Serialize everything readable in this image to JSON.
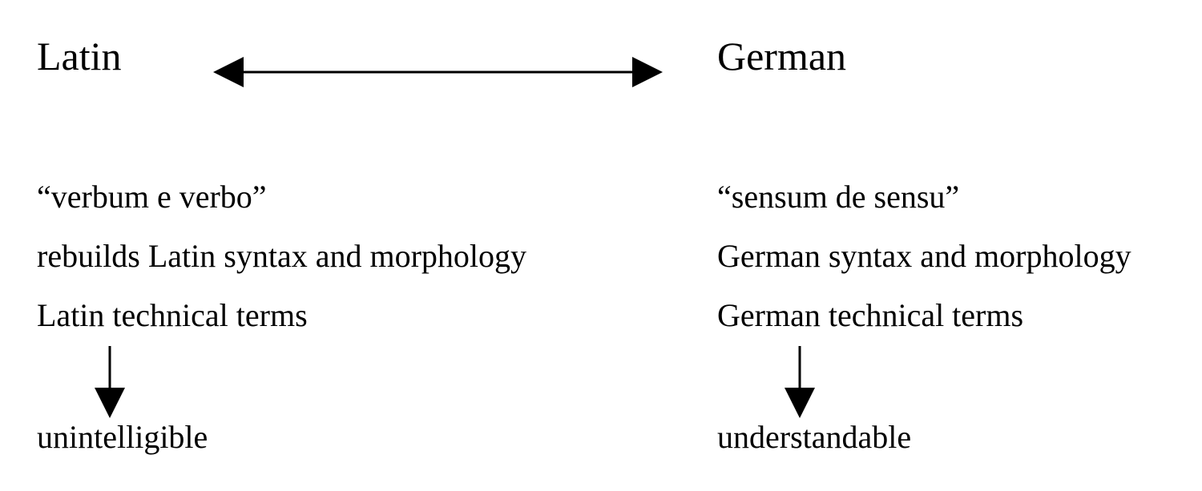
{
  "left": {
    "heading": "Latin",
    "lines": [
      "“verbum e verbo”",
      "rebuilds Latin syntax and morphology",
      "Latin technical terms"
    ],
    "result": "unintelligible"
  },
  "right": {
    "heading": "German",
    "lines": [
      "“sensum de sensu”",
      "German syntax and morphology",
      "German technical terms"
    ],
    "result": "understandable"
  }
}
